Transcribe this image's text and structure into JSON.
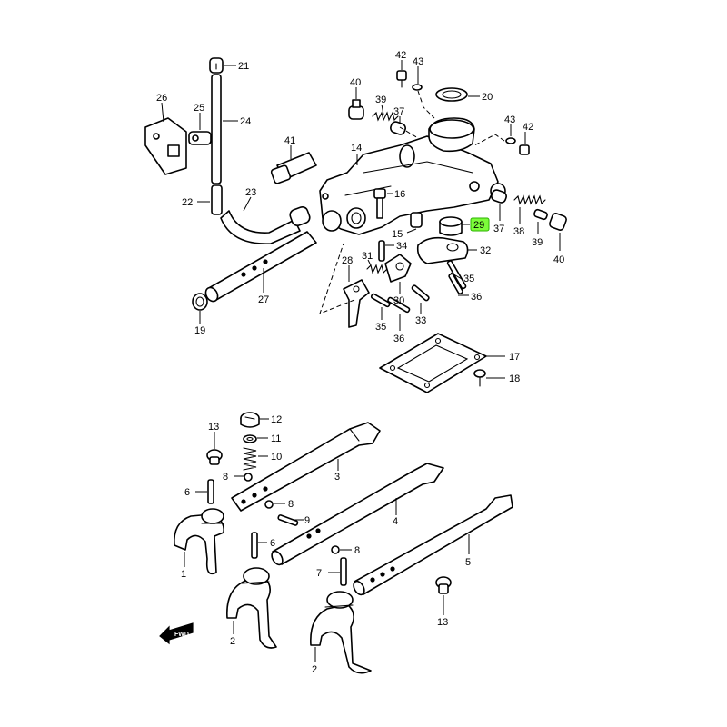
{
  "highlight_color": "#7CFC3A",
  "fwd_label": "FWD",
  "callouts": {
    "c1": "1",
    "c2a": "2",
    "c2b": "2",
    "c3": "3",
    "c4": "4",
    "c5": "5",
    "c6a": "6",
    "c6b": "6",
    "c7": "7",
    "c8a": "8",
    "c8b": "8",
    "c8c": "8",
    "c9": "9",
    "c10": "10",
    "c11": "11",
    "c12": "12",
    "c13a": "13",
    "c13b": "13",
    "c14": "14",
    "c15": "15",
    "c16": "16",
    "c17": "17",
    "c18": "18",
    "c19": "19",
    "c20": "20",
    "c21": "21",
    "c22": "22",
    "c23": "23",
    "c24": "24",
    "c25": "25",
    "c26": "26",
    "c27": "27",
    "c28": "28",
    "c29": "29",
    "c30": "30",
    "c31": "31",
    "c32": "32",
    "c33": "33",
    "c34": "34",
    "c35a": "35",
    "c35b": "35",
    "c36a": "36",
    "c36b": "36",
    "c37a": "37",
    "c37b": "37",
    "c38": "38",
    "c39a": "39",
    "c39b": "39",
    "c40a": "40",
    "c40b": "40",
    "c41": "41",
    "c42a": "42",
    "c42b": "42",
    "c43a": "43",
    "c43b": "43"
  },
  "highlighted_part": "29"
}
